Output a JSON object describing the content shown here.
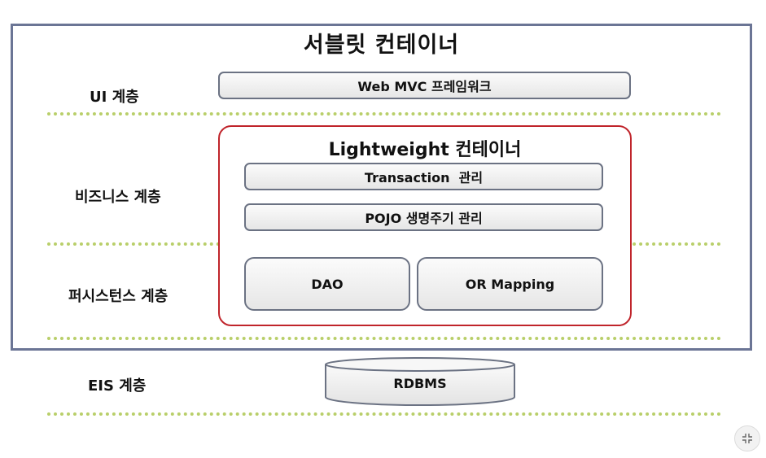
{
  "title": "서블릿 컨테이너",
  "layers": {
    "ui": "UI 계층",
    "business": "비즈니스 계층",
    "persistence": "퍼시스턴스 계층",
    "eis": "EIS 계층"
  },
  "web_mvc": "Web MVC 프레임워크",
  "lightweight": {
    "title": "Lightweight 컨테이너",
    "transaction": "Transaction  관리",
    "pojo": "POJO 생명주기 관리",
    "dao": "DAO",
    "or_mapping": "OR Mapping"
  },
  "rdbms": "RDBMS",
  "icons": {
    "collapse": "collapse-icon"
  }
}
